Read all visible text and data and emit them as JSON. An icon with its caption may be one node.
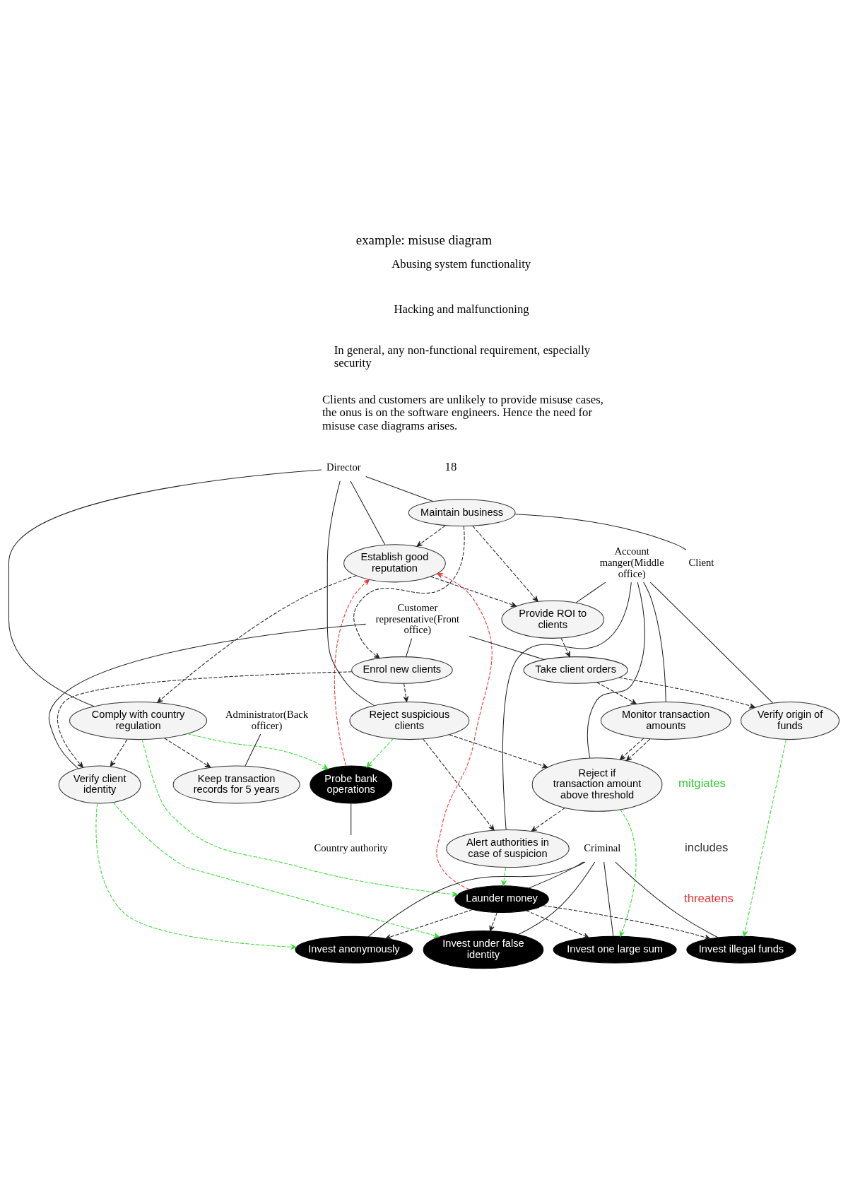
{
  "diagram": {
    "title": "example: misuse diagram",
    "nodes": [
      {
        "text": [
          "Maintain business"
        ]
      },
      {
        "text": [
          "Client"
        ]
      },
      {
        "text": [
          "Director"
        ]
      },
      {
        "text": [
          "Establish good reputation"
        ]
      },
      {
        "text": [
          "Probe bank operations"
        ]
      },
      {
        "text": [
          "Country authority"
        ]
      },
      {
        "text": [
          "Enrol new clients"
        ]
      },
      {
        "text": [
          "Comply with country regulation"
        ]
      },
      {
        "text": [
          "Launder money"
        ]
      },
      {
        "text": [
          "Account manger(Middle office)"
        ]
      },
      {
        "text": [
          "Provide ROI to clients"
        ]
      },
      {
        "text": [
          "Verify client identity"
        ]
      },
      {
        "text": [
          "Invest under false identity"
        ]
      },
      {
        "text": [
          "Customer representative(Front office)"
        ]
      },
      {
        "text": [
          "Verify origin of funds"
        ]
      },
      {
        "text": [
          "Invest anonymously"
        ]
      },
      {
        "text": [
          "Criminal"
        ]
      },
      {
        "text": [
          "Take client orders"
        ]
      },
      {
        "text": [
          "Reject suspicious clients"
        ]
      },
      {
        "text": [
          "Invest illegal funds"
        ]
      },
      {
        "text": [
          "Administrator(Back officer)"
        ]
      },
      {
        "text": [
          "Keep transaction records for 5 years"
        ]
      },
      {
        "text": [
          "Monitor transaction amounts"
        ]
      },
      {
        "text": [
          "Reject if transaction amount above threshold"
        ]
      },
      {
        "text": [
          "Invest one large sum"
        ]
      },
      {
        "text": [
          "Alert authorities in case of suspicion"
        ]
      }
    ],
    "edges": [
      {
        "from": 0,
        "to": 1,
        "arrow": "none"
      },
      {
        "from": 2,
        "to": 0,
        "arrow": "none"
      },
      {
        "from": 2,
        "to": 3,
        "arrow": "none"
      },
      {
        "from": 2,
        "to": 7,
        "arrow": "none"
      },
      {
        "from": 2,
        "to": 18,
        "arrow": "none"
      },
      {
        "from": 4,
        "to": 5,
        "arrow": "none"
      },
      {
        "from": 9,
        "to": 10,
        "arrow": "none"
      },
      {
        "from": 9,
        "to": 14,
        "arrow": "none"
      },
      {
        "from": 9,
        "to": 25,
        "arrow": "none"
      },
      {
        "from": 9,
        "to": 22,
        "arrow": "none"
      },
      {
        "from": 9,
        "to": 23,
        "arrow": "none"
      },
      {
        "from": 13,
        "to": 6,
        "arrow": "none"
      },
      {
        "from": 13,
        "to": 11,
        "arrow": "none"
      },
      {
        "from": 13,
        "to": 17,
        "arrow": "none"
      },
      {
        "from": 20,
        "to": 21,
        "arrow": "none"
      },
      {
        "from": 16,
        "to": 8,
        "arrow": "none"
      },
      {
        "from": 16,
        "to": 12,
        "arrow": "none"
      },
      {
        "from": 16,
        "to": 15,
        "arrow": "none"
      },
      {
        "from": 16,
        "to": 19,
        "arrow": "none"
      },
      {
        "from": 16,
        "to": 24,
        "arrow": "none"
      },
      {
        "from": 0,
        "to": 3,
        "arrow": "to",
        "style": "dashed"
      },
      {
        "from": 0,
        "to": 6,
        "arrow": "to",
        "style": "dashed"
      },
      {
        "from": 0,
        "to": 10,
        "arrow": "to",
        "style": "dashed"
      },
      {
        "from": 3,
        "to": 7,
        "arrow": "to",
        "style": "dashed"
      },
      {
        "from": 3,
        "to": 10,
        "arrow": "to",
        "style": "dashed"
      },
      {
        "from": 6,
        "to": 11,
        "arrow": "to",
        "style": "dashed"
      },
      {
        "from": 6,
        "to": 18,
        "arrow": "to",
        "style": "dashed"
      },
      {
        "from": 7,
        "to": 11,
        "arrow": "to",
        "style": "dashed"
      },
      {
        "from": 7,
        "to": 21,
        "arrow": "to",
        "style": "dashed"
      },
      {
        "from": 10,
        "to": 17,
        "arrow": "to",
        "style": "dashed"
      },
      {
        "from": 17,
        "to": 14,
        "arrow": "to",
        "style": "dashed"
      },
      {
        "from": 17,
        "to": 22,
        "arrow": "to",
        "style": "dashed"
      },
      {
        "from": 22,
        "to": 23,
        "arrow": "to",
        "style": "dashed"
      },
      {
        "from": 22,
        "to": 23,
        "arrow": "to",
        "style": "dashed"
      },
      {
        "from": 18,
        "to": 23,
        "arrow": "to",
        "style": "dashed"
      },
      {
        "from": 18,
        "to": 25,
        "arrow": "to",
        "style": "dashed"
      },
      {
        "from": 23,
        "to": 25,
        "arrow": "to",
        "style": "dashed"
      },
      {
        "from": 8,
        "to": 12,
        "arrow": "to",
        "style": "dashed"
      },
      {
        "from": 8,
        "to": 15,
        "arrow": "to",
        "style": "dashed"
      },
      {
        "from": 8,
        "to": 19,
        "arrow": "to",
        "style": "dashed"
      },
      {
        "from": 8,
        "to": 24,
        "arrow": "to",
        "style": "dashed"
      },
      {
        "from": 7,
        "to": 4,
        "arrow": "to",
        "style": "dashed",
        "color": "#33dd33"
      },
      {
        "from": 7,
        "to": 8,
        "arrow": "to",
        "style": "dashed",
        "color": "#33dd33"
      },
      {
        "from": 11,
        "to": 12,
        "arrow": "to",
        "style": "dashed",
        "color": "#33dd33"
      },
      {
        "from": 11,
        "to": 15,
        "arrow": "to",
        "style": "dashed",
        "color": "#33dd33"
      },
      {
        "from": 14,
        "to": 19,
        "arrow": "to",
        "style": "dashed",
        "color": "#33dd33"
      },
      {
        "from": 18,
        "to": 4,
        "arrow": "to",
        "style": "dashed",
        "color": "#33dd33"
      },
      {
        "from": 23,
        "to": 24,
        "arrow": "to",
        "style": "dashed",
        "color": "#33dd33"
      },
      {
        "from": 25,
        "to": 8,
        "arrow": "to",
        "style": "dashed",
        "color": "#33dd33"
      },
      {
        "from": 4,
        "to": 3,
        "arrow": "to",
        "style": "dashed",
        "color": "#ee3333"
      },
      {
        "from": 8,
        "to": 3,
        "arrow": "to",
        "style": "dashed",
        "color": "#ee3333"
      }
    ],
    "labels": [
      "Abusing system functionality",
      "Hacking and malfunctioning",
      "In general, any non-functional requirement, especially security",
      "Clients and customers are unlikely to provide misuse cases, the onus is on the software engineers. Hence the need for misuse case diagrams arises.",
      "18"
    ],
    "legend": [
      {
        "text": "mitgiates"
      },
      {
        "text": "includes"
      },
      {
        "text": "threatens"
      }
    ]
  }
}
